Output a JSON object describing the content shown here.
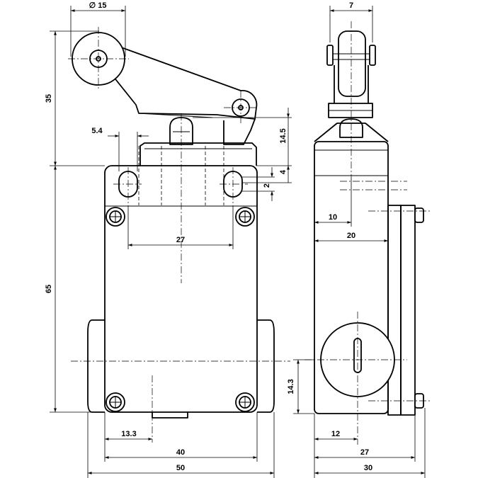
{
  "dimensions": {
    "roller_diameter": "∅ 15",
    "lever_height": "35",
    "plunger_height": "14.5",
    "slot_spacing": "5.4",
    "top_offset": "4",
    "slot_height": "2",
    "hole_spacing": "27",
    "body_height": "65",
    "bottom_offset": "13.3",
    "mount_width": "40",
    "total_width": "50",
    "roller_width": "7",
    "side_depth_10": "10",
    "side_depth_20": "20",
    "side_height": "14.3",
    "side_12": "12",
    "side_27": "27",
    "side_30": "30"
  }
}
